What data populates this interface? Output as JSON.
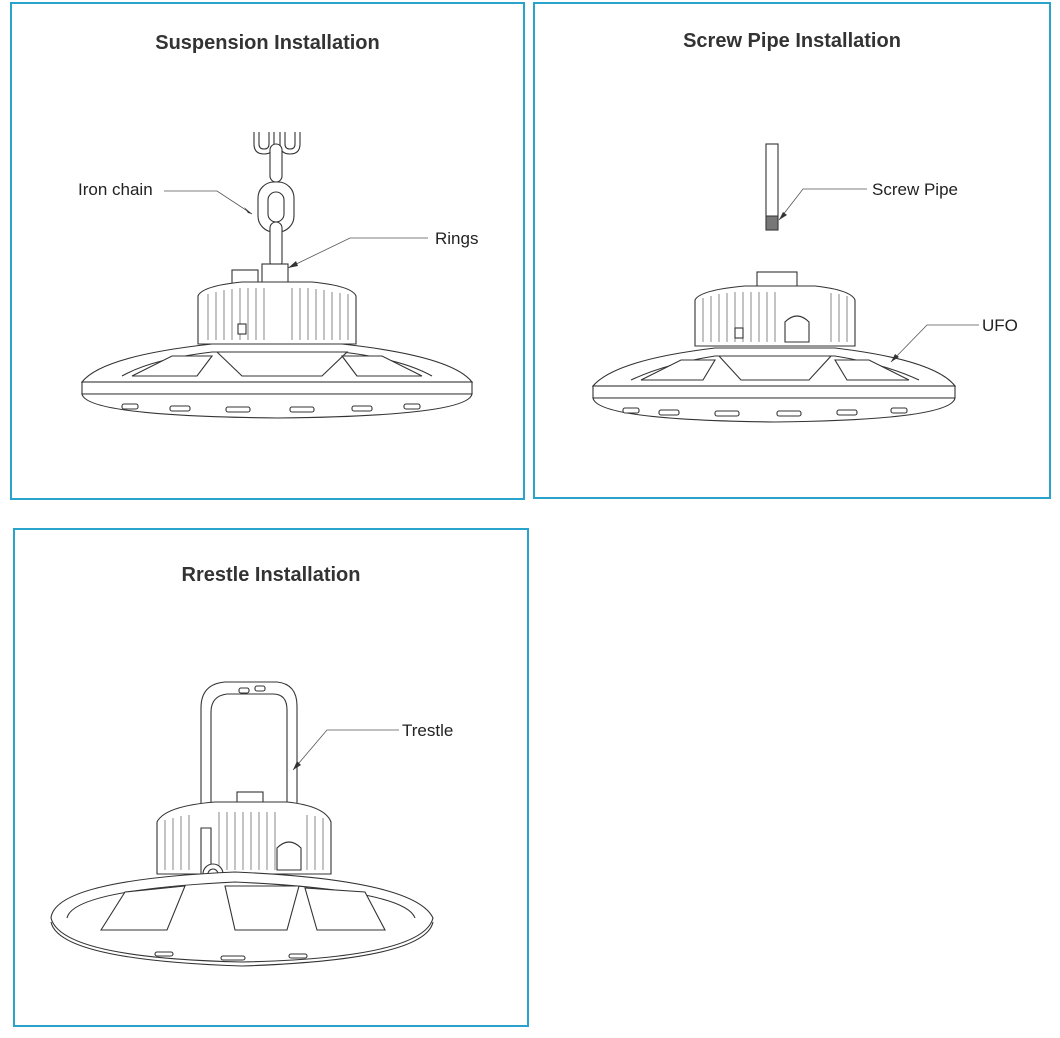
{
  "panels": {
    "suspension": {
      "title": "Suspension Installation",
      "labels": {
        "iron_chain": "Iron chain",
        "rings": "Rings"
      }
    },
    "screw_pipe": {
      "title": "Screw Pipe Installation",
      "labels": {
        "screw_pipe": "Screw Pipe",
        "ufo": "UFO"
      }
    },
    "trestle": {
      "title": "Rrestle Installation",
      "labels": {
        "trestle": "Trestle"
      }
    }
  },
  "colors": {
    "panel_border": "#2aa3cc",
    "title_text": "#333333",
    "line": "#333333"
  }
}
